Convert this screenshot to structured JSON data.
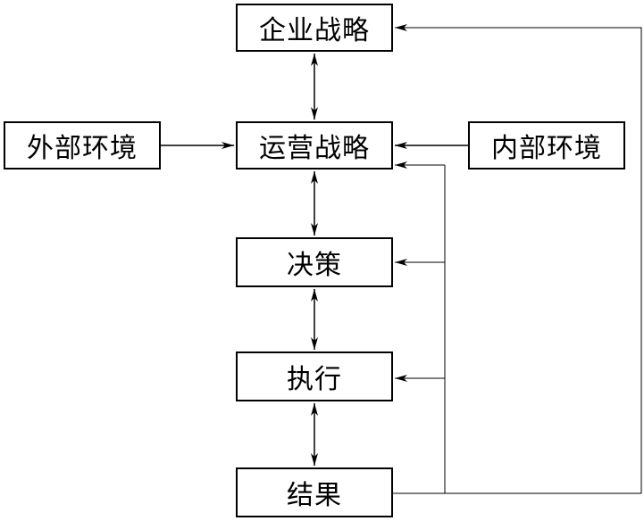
{
  "nodes": {
    "corporate_strategy": "企业战略",
    "operations_strategy": "运营战略",
    "external_environment": "外部环境",
    "internal_environment": "内部环境",
    "decision": "决策",
    "execution": "执行",
    "result": "结果"
  },
  "colors": {
    "line": "#000000",
    "background": "#ffffff"
  }
}
